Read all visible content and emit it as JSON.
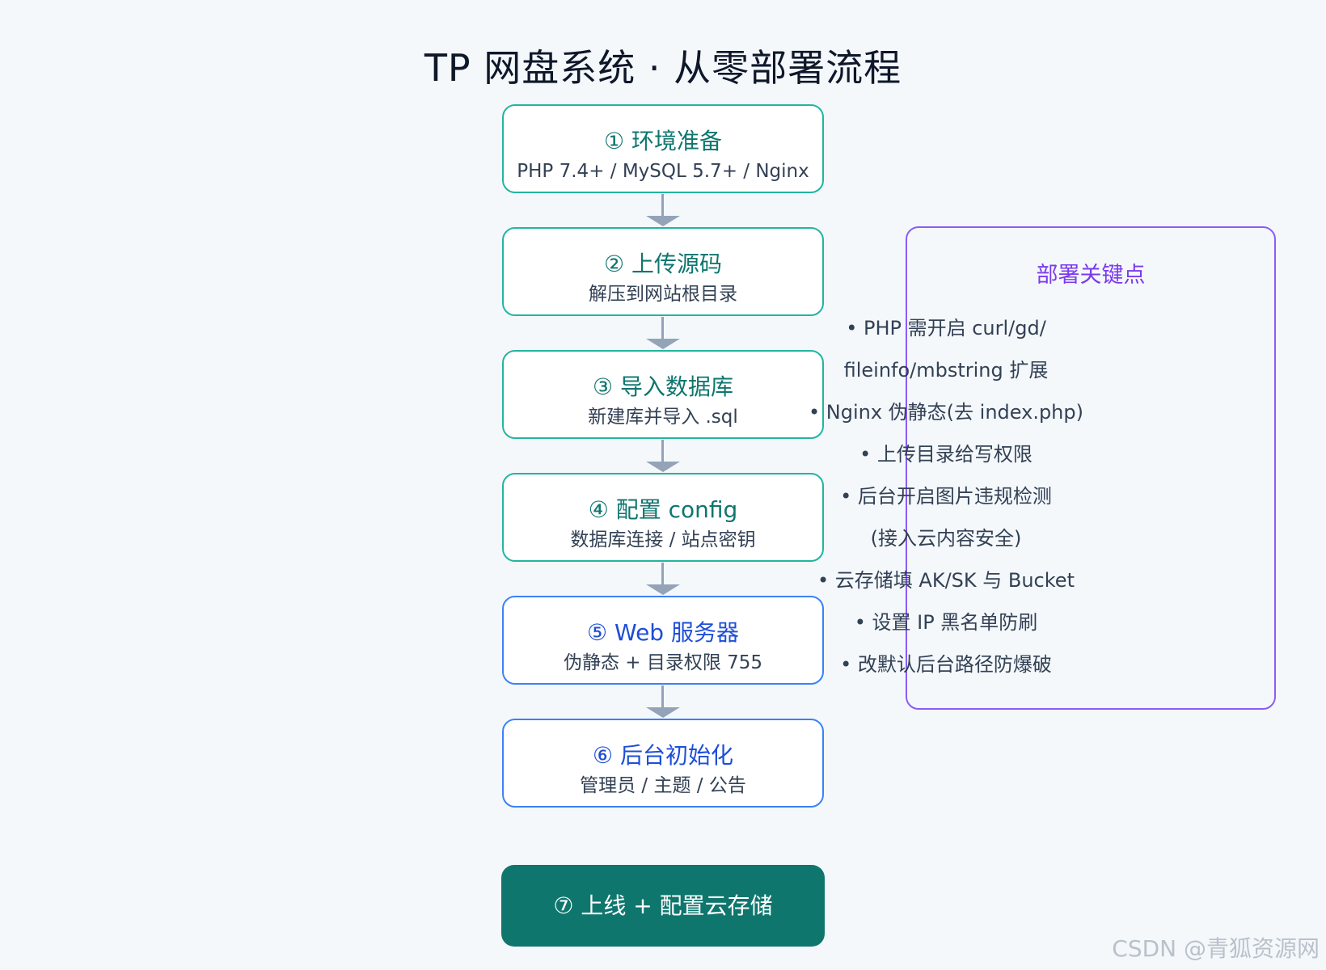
{
  "title": "TP 网盘系统 · 从零部署流程",
  "steps": [
    {
      "title": "① 环境准备",
      "subtitle": "PHP 7.4+ / MySQL 5.7+ / Nginx"
    },
    {
      "title": "② 上传源码",
      "subtitle": "解压到网站根目录"
    },
    {
      "title": "③ 导入数据库",
      "subtitle": "新建库并导入 .sql"
    },
    {
      "title": "④ 配置 config",
      "subtitle": "数据库连接 / 站点密钥"
    },
    {
      "title": "⑤ Web 服务器",
      "subtitle": "伪静态 + 目录权限 755"
    },
    {
      "title": "⑥ 后台初始化",
      "subtitle": "管理员 / 主题 / 公告"
    }
  ],
  "final_step": "⑦ 上线 + 配置云存储",
  "key_points": {
    "title": "部署关键点",
    "items": [
      "• PHP 需开启 curl/gd/",
      "fileinfo/mbstring 扩展",
      "• Nginx 伪静态(去 index.php)",
      "• 上传目录给写权限",
      "• 后台开启图片违规检测",
      "(接入云内容安全)",
      "• 云存储填 AK/SK 与 Bucket",
      "• 设置 IP 黑名单防刷",
      "• 改默认后台路径防爆破"
    ]
  },
  "watermark": "CSDN @青狐资源网"
}
